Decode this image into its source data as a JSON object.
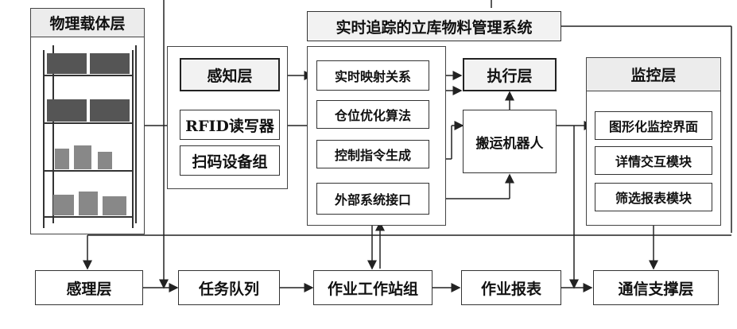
{
  "diagram": {
    "physical_layer": {
      "title": "物理载体层"
    },
    "system": {
      "title": "实时追踪的立库物料管理系统"
    },
    "perception": {
      "title": "感知层",
      "items": [
        "RFID读写器",
        "扫码设备组"
      ]
    },
    "core": {
      "items": [
        "实时映射关系",
        "仓位优化算法",
        "控制指令生成",
        "外部系统接口"
      ]
    },
    "execution": {
      "title": "执行层",
      "robot": "搬运机器人"
    },
    "monitor": {
      "title": "监控层",
      "items": [
        "图形化监控界面",
        "详情交互模块",
        "筛选报表模块"
      ]
    },
    "bottom": [
      "感理层",
      "任务队列",
      "作业工作站组",
      "作业报表",
      "通信支撑层"
    ]
  }
}
